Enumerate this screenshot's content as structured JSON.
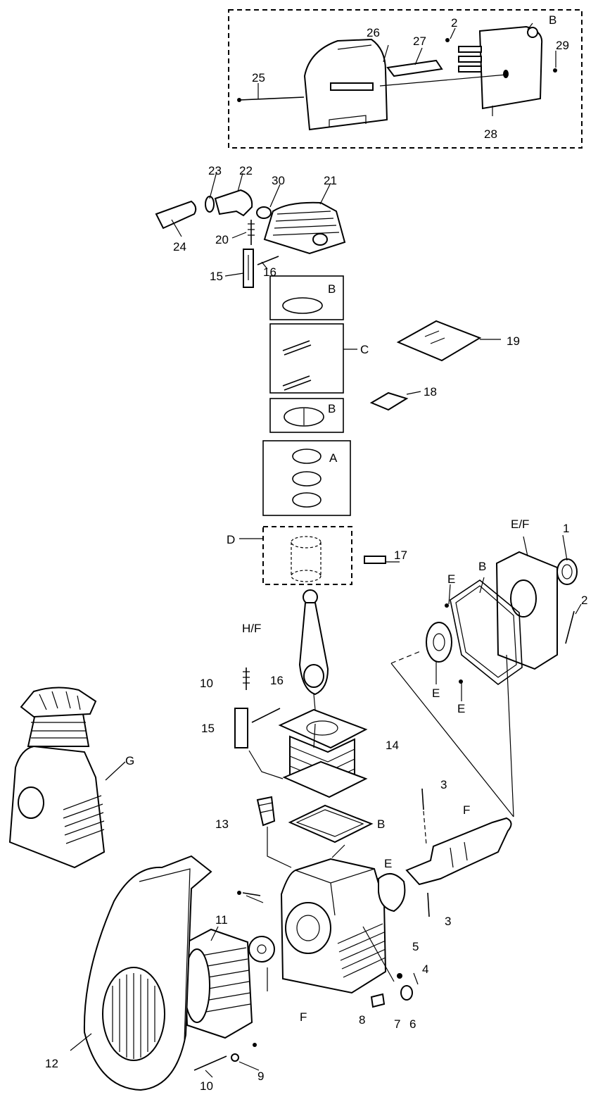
{
  "callouts": {
    "c26": "26",
    "c27": "27",
    "c2a": "2",
    "cBtop": "B",
    "c29": "29",
    "c25": "25",
    "c28": "28",
    "c23": "23",
    "c22": "22",
    "c30": "30",
    "c21": "21",
    "c24": "24",
    "c20": "20",
    "c15a": "15",
    "c16a": "16",
    "boxB1": "B",
    "boxC": "C",
    "c19": "19",
    "c18": "18",
    "boxB2": "B",
    "boxA": "A",
    "boxD": "D",
    "c17": "17",
    "cEF": "E/F",
    "c1": "1",
    "cBgasket": "B",
    "cE1": "E",
    "c2b": "2",
    "cE2": "E",
    "cE3": "E",
    "cHF": "H/F",
    "c10a": "10",
    "c16b": "16",
    "c15b": "15",
    "c14": "14",
    "cG": "G",
    "c3a": "3",
    "cFshaft": "F",
    "c13": "13",
    "cBbase": "B",
    "cEbear": "E",
    "c3b": "3",
    "c11": "11",
    "c5": "5",
    "c4": "4",
    "cFbase": "F",
    "c8": "8",
    "c7": "7",
    "c6": "6",
    "c12": "12",
    "c10b": "10",
    "c9": "9"
  }
}
